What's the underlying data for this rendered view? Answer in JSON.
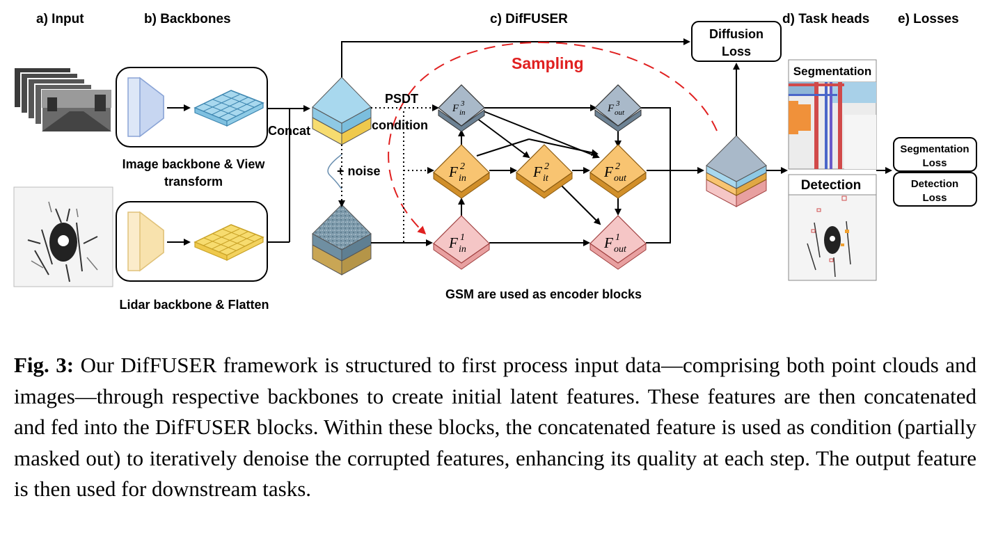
{
  "sections": {
    "input": "a) Input",
    "backbones": "b) Backbones",
    "diffuser": "c) DifFUSER",
    "task_heads": "d) Task heads",
    "losses": "e) Losses"
  },
  "labels": {
    "image_backbone_line1": "Image backbone & View",
    "image_backbone_line2": "transform",
    "lidar_backbone": "Lidar backbone & Flatten",
    "concat": "Concat",
    "psdt": "PSDT",
    "condition": "condition",
    "noise": "+ noise",
    "sampling": "Sampling",
    "gsm_note": "GSM are used as encoder blocks"
  },
  "nodes": {
    "f_in_3": {
      "base": "F",
      "sub": "in",
      "sup": "3"
    },
    "f_out_3": {
      "base": "F",
      "sub": "out",
      "sup": "3"
    },
    "f_in_2": {
      "base": "F",
      "sub": "in",
      "sup": "2"
    },
    "f_it_2": {
      "base": "F",
      "sub": "it",
      "sup": "2"
    },
    "f_out_2": {
      "base": "F",
      "sub": "out",
      "sup": "2"
    },
    "f_in_1": {
      "base": "F",
      "sub": "in",
      "sup": "1"
    },
    "f_out_1": {
      "base": "F",
      "sub": "out",
      "sup": "1"
    }
  },
  "heads": {
    "segmentation": "Segmentation",
    "detection": "Detection"
  },
  "losses": {
    "diffusion_line1": "Diffusion",
    "diffusion_line2": "Loss",
    "segmentation_line1": "Segmentation",
    "segmentation_line2": "Loss",
    "detection_line1": "Detection",
    "detection_line2": "Loss"
  },
  "colors": {
    "blue_feature": "#a8d8ee",
    "yellow_feature": "#f7dc6f",
    "orange_node": "#f8c471",
    "red_node": "#f5c6c6",
    "gray_node": "#a9b9c9",
    "sampling_red": "#e02020"
  },
  "caption": {
    "label": "Fig. 3:",
    "text": " Our DifFUSER framework is structured to first process input data—comprising both point clouds and images—through respective backbones to create initial latent features. These features are then concatenated and fed into the DifFUSER blocks. Within these blocks, the concatenated feature is used as condition (partially masked out) to iteratively denoise the corrupted features, enhancing its quality at each step. The output feature is then used for downstream tasks."
  }
}
